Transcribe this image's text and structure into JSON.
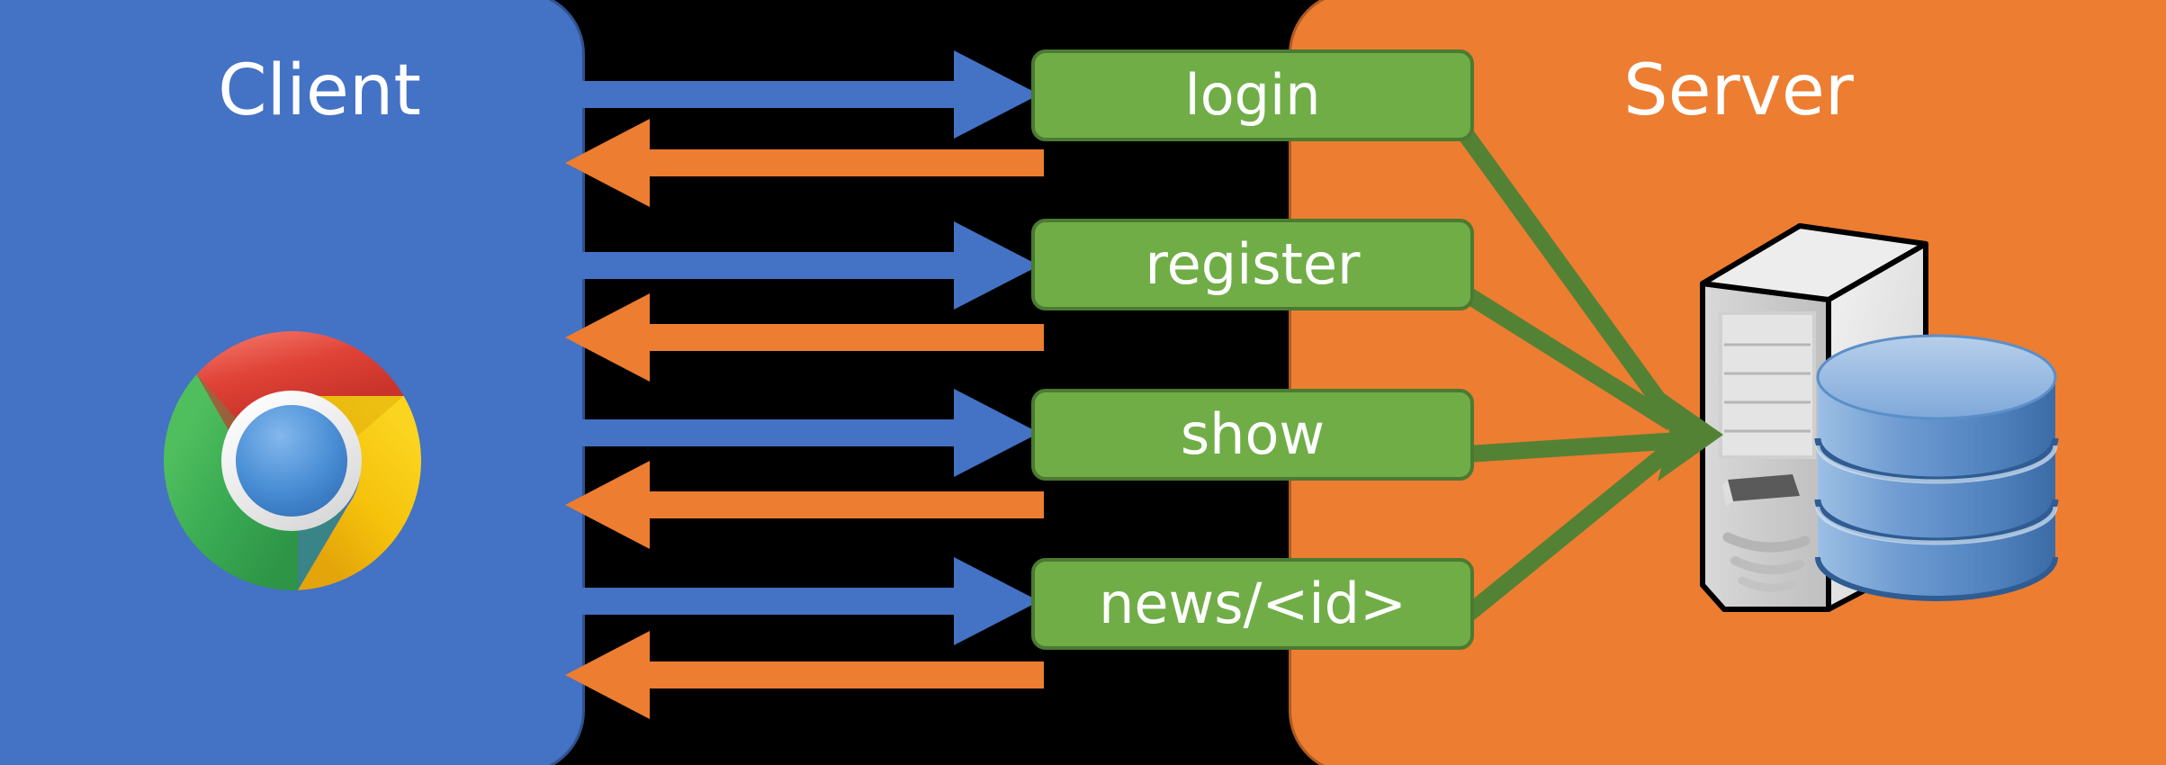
{
  "diagram": {
    "title": "Client / Server request-response routes",
    "background_color": "#000000"
  },
  "client": {
    "label": "Client",
    "fill_color": "#4472C4",
    "border_color": "#2F528F",
    "icon": "chrome-browser-logo"
  },
  "server": {
    "label": "Server",
    "fill_color": "#ED7D31",
    "border_color": "#AE5A21",
    "icon": "server-tower-and-database"
  },
  "routes": [
    {
      "label": "login",
      "fill_color": "#70AD47",
      "border_color": "#4B7A31"
    },
    {
      "label": "register",
      "fill_color": "#70AD47",
      "border_color": "#4B7A31"
    },
    {
      "label": "show",
      "fill_color": "#70AD47",
      "border_color": "#4B7A31"
    },
    {
      "label": "news/<id>",
      "fill_color": "#70AD47",
      "border_color": "#4B7A31"
    }
  ],
  "connectors": {
    "request_color": "#4472C4",
    "request_direction": "client-to-route",
    "response_color": "#ED7D31",
    "response_direction": "route-to-client",
    "backend_color": "#548235",
    "backend_direction": "route-to-server",
    "request_count": 4,
    "response_count": 4,
    "backend_count": 4
  },
  "chrome_logo_colors": {
    "red": "#DB4437",
    "yellow": "#F4C20D",
    "green": "#3CBA54",
    "blue": "#4885ED",
    "ring": "#EEEEEE"
  },
  "server_icon_colors": {
    "tower_face": "#CDCDCD",
    "tower_top": "#E8E8E8",
    "tower_side": "#EFEFEF",
    "tower_outline": "#000000",
    "db_light": "#A8C6E8",
    "db_mid": "#5B8FC9",
    "db_dark": "#3F6FA8"
  }
}
